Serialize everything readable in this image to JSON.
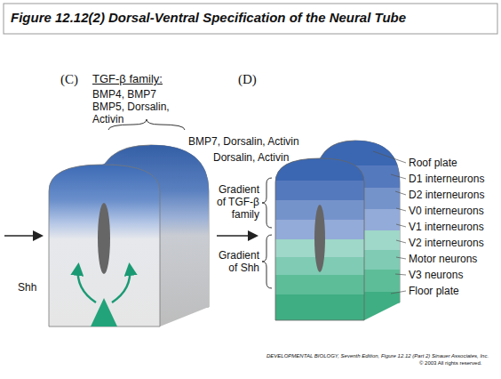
{
  "diagram": {
    "title": "Figure 12.12(2) Dorsal-Ventral Specification of the Neural Tube",
    "labels": [
      "(C)",
      "TGF-β family:",
      "BMP4, BMP7 BMP5, Dorsalin, Activin",
      "BMP7, Dorsalin, Activin",
      "Dorsalin, Activin",
      "Shh",
      "(D)",
      "Gradient of TGF-β family",
      "Gradient of Shh",
      "Roof plate",
      "D1 interneurons",
      "D2 interneurons",
      "V0 interneurons",
      "V1 interneurons",
      "V2 interneurons",
      "Motor neurons",
      "V3 neurons",
      "Floor plate",
      "DEVELOPMENTAL BIOLOGY, Seventh Edition, Figure 12.12 (Part 2) Sinauer Associates, Inc.",
      "© 2003 All rights reserved."
    ]
  }
}
